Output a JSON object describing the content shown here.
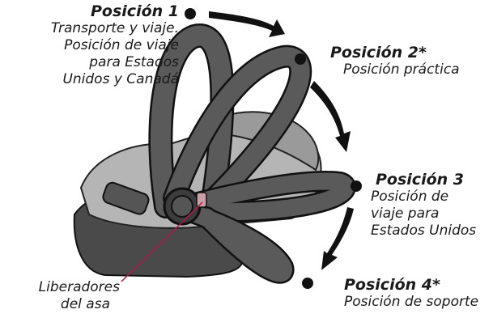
{
  "positions": [
    {
      "title": "Posición 1",
      "lines": [
        "Transporte y viaje.",
        "Posición de viaje",
        "para Estados",
        "Unidos y Canadá"
      ]
    },
    {
      "title": "Posición 2*",
      "lines": [
        "Posición práctica"
      ]
    },
    {
      "title": "Posición 3",
      "lines": [
        "Posición de",
        "viaje para",
        "Estados Unidos"
      ]
    },
    {
      "title": "Posición 4*",
      "lines": [
        "Posición de soporte"
      ]
    }
  ],
  "release_label": [
    "Liberadores",
    "del asa"
  ],
  "colors": {
    "handle": "#555555",
    "shell": "#3c3c3c",
    "fabric": "#b5b5b5",
    "pointer": "#b01848"
  }
}
